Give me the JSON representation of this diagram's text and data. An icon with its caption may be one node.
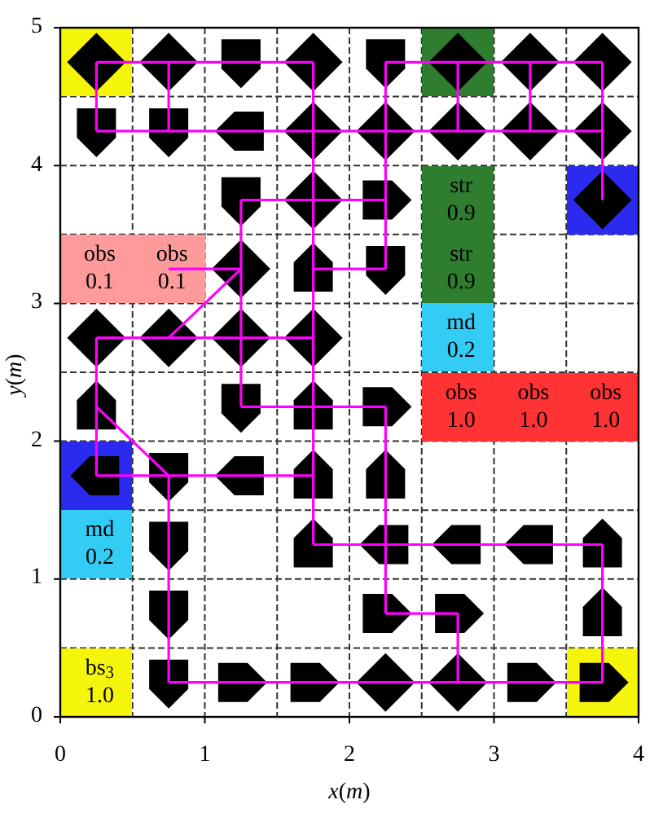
{
  "diagram": {
    "nodes": [
      {
        "text": [],
        "shape": "box"
      },
      {
        "text": [],
        "shape": "box"
      },
      {
        "text": [
          "str 0.9"
        ]
      },
      {
        "text": [],
        "shape": "box"
      },
      {
        "text": [
          "obs 0.1"
        ]
      },
      {
        "text": [
          "obs 0.1"
        ]
      },
      {
        "text": [
          "str 0.9"
        ]
      },
      {
        "text": [
          "md 0.2"
        ]
      },
      {
        "text": [
          "obs 1.0"
        ]
      },
      {
        "text": [
          "obs 1.0"
        ]
      },
      {
        "text": [
          "obs 1.0"
        ]
      },
      {
        "text": [],
        "shape": "box"
      },
      {
        "text": [
          "md 0.2"
        ]
      },
      {
        "text": [
          "bs$_{3}$ 1.0"
        ]
      },
      {
        "text": [],
        "shape": "box"
      }
    ],
    "labels": [
      "5",
      "4",
      "3",
      "2",
      "1",
      "0",
      "*y*(*m*)",
      "0",
      "1",
      "2",
      "3",
      "4",
      "*x*(*m*)"
    ]
  }
}
